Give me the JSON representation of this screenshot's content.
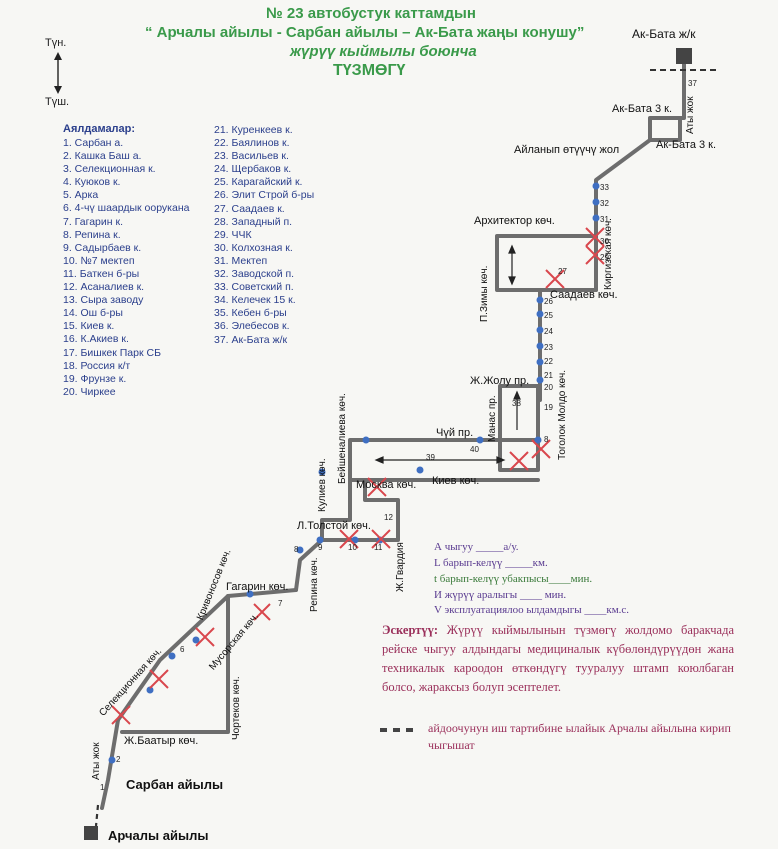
{
  "header": {
    "line1": "№ 23  автобустук каттамдын",
    "line2": "“ Арчалы айылы - Сарбан  айылы – Ак-Бата жаңы конушу”",
    "line3": "жүрүү кыймылы боюнча",
    "line4": "ТҮЗМӨГҮ"
  },
  "compass": {
    "north": "Түн.",
    "south": "Түш."
  },
  "legend": {
    "title": "Аялдамалар:",
    "col1": [
      "1. Сарбан а.",
      "2. Кашка Баш а.",
      "3. Селекционная к.",
      "4. Куюков к.",
      "5. Арка",
      "6. 4-чү шаардык оорукана",
      "7. Гагарин к.",
      "8. Репина к.",
      "9. Садырбаев к.",
      "10. №7 мектеп",
      "11. Баткен б-ры",
      "12. Асаналиев к.",
      "13. Сыра заводу",
      "14. Ош б-ры",
      "15. Киев к.",
      "16. К.Акиев к.",
      "17. Бишкек Парк СБ",
      "18. Россия к/т",
      "19. Фрунзе к.",
      "20. Чиркее"
    ],
    "col2": [
      "21. Куренкеев к.",
      "22. Баялинов к.",
      "23. Васильев к.",
      "24. Щербаков к.",
      "25. Карагайский к.",
      "26. Элит Строй б-ры",
      "27. Саадаев к.",
      "28. Западный п.",
      "29. ЧЧК",
      "30. Колхозная к.",
      "31. Мектеп",
      "32. Заводской п.",
      "33. Советский п.",
      "34. Келечек 15 к.",
      "35. Кебен б-ры",
      "36. Элебесов к.",
      "37. Ак-Бата ж/к"
    ]
  },
  "terminals": {
    "ak_bata": "Ак-Бата ж/к",
    "sarban": "Сарбан айылы",
    "archaly": "Арчалы айылы"
  },
  "streets": {
    "ak_bata_3_upper": "Ак-Бата 3 к.",
    "ak_bata_3_lower": "Ак-Бата 3 к.",
    "aty_jok_top": "Аты жок",
    "aylanyp": "Айланып өтүүчү жол",
    "arhitektor": "Архитектор көч.",
    "kirgizskaya": "Киргизская көч.",
    "p_zimy": "П.Зимы көч.",
    "saadaev": "Саадаев көч.",
    "j_jolu": "Ж.Жолу пр.",
    "togolok": "Тоголок Молдо көч.",
    "manas": "Манас пр.",
    "chuy": "Чүй пр.",
    "kiev": "Киев көч.",
    "moskva": "Москва көч.",
    "beishenalieva": "Бейшеналиева көч.",
    "kuliev": "Кулиев көч.",
    "l_tolstoy": "Л.Толстой көч.",
    "repina": "Репина көч.",
    "j_gvardiya": "Ж.Гвардия",
    "gagarin": "Гагарин көч.",
    "krivonosov": "Кривоносов көч.",
    "mutorskaya": "Мусорская көч.",
    "selekcionnaya": "Селекционная көч.",
    "chortekov": "Чортеков көч.",
    "j_baatyr": "Ж.Баатыр көч.",
    "aty_jok_bottom": "Аты жок"
  },
  "stop_numbers": {
    "n37": "37",
    "n33": "33",
    "n32": "32",
    "n31": "31",
    "n30": "30",
    "n29": "29",
    "n27": "27",
    "n26": "26",
    "n25": "25",
    "n24": "24",
    "n23": "23",
    "n22": "22",
    "n21": "21",
    "n20": "20",
    "n19": "19",
    "n38": "38",
    "n8": "8",
    "n40": "40",
    "n39": "39",
    "n12": "12",
    "n10": "10",
    "n11": "11",
    "n9": "9",
    "n8b": "8",
    "n7": "7",
    "n6": "6",
    "n2": "2",
    "n1": "1"
  },
  "form": {
    "a": "А чыгуу  _____а/у.",
    "l": "L барып-келүү _____км.",
    "t": "t барып-келүү убакпысы____мин.",
    "i": "И жүрүү аралыгы ____  мин.",
    "v": "V эксплуатациялоо ылдамдыгы ____км.с."
  },
  "note": {
    "label": "Эскертүү:",
    "text": " Жүрүү кыймылынын түзмөгү жолдомо баракчада рейске чыгуу алдындагы медициналык күбөлөндүрүүдөн жана техникалык кароодон өткөндүгү тууралуу штамп коюлбаган болсо, жараксыз болуп эсептелет."
  },
  "dashed_legend": "айдоочунун иш тартибине ылайык Арчалы айылына кирип чыгышат",
  "colors": {
    "title": "#3a9a4a",
    "legend": "#2b3f8c",
    "route": "#6f6f6f",
    "stop": "#3f6fc2",
    "cross": "#d9474d",
    "note": "#9a2f5a"
  }
}
